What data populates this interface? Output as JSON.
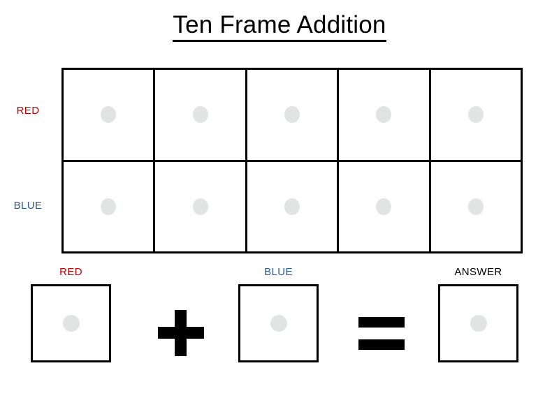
{
  "page": {
    "title": "Ten Frame Addition",
    "background_color": "#ffffff"
  },
  "colors": {
    "red": "#C00000",
    "blue": "#2E5B8C",
    "black": "#000000",
    "counter_gray": "#E2E4E3"
  },
  "ten_frame": {
    "columns": 5,
    "rows": [
      {
        "label": "RED",
        "label_color": "#C00000",
        "cells": [
          {
            "counter": "counter-dot"
          },
          {
            "counter": "counter-dot"
          },
          {
            "counter": "counter-dot"
          },
          {
            "counter": "counter-dot"
          },
          {
            "counter": "counter-dot"
          }
        ]
      },
      {
        "label": "BLUE",
        "label_color": "#2E5B8C",
        "cells": [
          {
            "counter": "counter-dot"
          },
          {
            "counter": "counter-dot"
          },
          {
            "counter": "counter-dot"
          },
          {
            "counter": "counter-dot"
          },
          {
            "counter": "counter-dot"
          }
        ]
      }
    ]
  },
  "equation": {
    "red_label": "RED",
    "blue_label": "BLUE",
    "answer_label": "ANSWER",
    "plus_symbol": "+",
    "equals_symbol": "=",
    "boxes": [
      {
        "name": "red-box",
        "counter": "counter-dot",
        "value": ""
      },
      {
        "name": "blue-box",
        "counter": "counter-dot",
        "value": ""
      },
      {
        "name": "answer-box",
        "counter": "counter-dot",
        "value": ""
      }
    ]
  }
}
